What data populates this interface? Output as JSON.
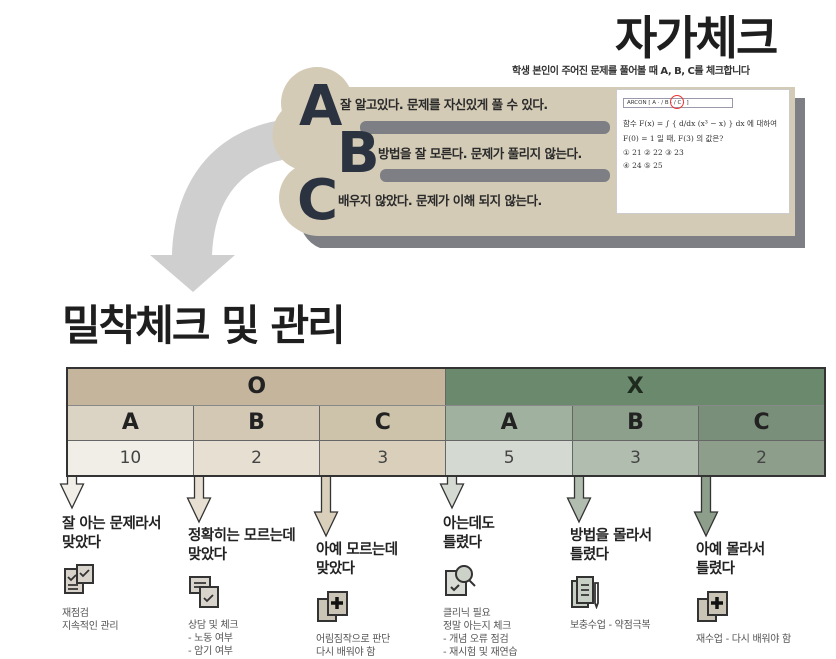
{
  "header": {
    "title": "자가체크",
    "subtitle": "학생 본인이 주어진 문제를 풀어볼 때  A, B, C를 체크합니다"
  },
  "levels": [
    {
      "letter": "A",
      "text": "잘 알고있다. 문제를 자신있게 풀 수 있다."
    },
    {
      "letter": "B",
      "text": "방법을 잘 모른다. 문제가 풀리지 않는다."
    },
    {
      "letter": "C",
      "text": "배우지 않았다. 문제가 이해 되지 않는다."
    }
  ],
  "problem": {
    "check_bar": "ARCON [ A · / B · / C · ]",
    "line1": "함수  F(x) = ∫ { d/dx (x³ − x) } dx 에 대하여",
    "line2": "F(0) = 1 일 때,  F(3) 의 값은?",
    "choices_row1": "① 21    ② 22    ③ 23",
    "choices_row2": "④ 24    ⑤ 25"
  },
  "section_title": "밀착체크 및 관리",
  "table": {
    "groups": [
      {
        "label": "O",
        "color": "#c4b59c"
      },
      {
        "label": "X",
        "color": "#6b8a6d"
      }
    ],
    "columns": [
      {
        "label": "A",
        "value": "10",
        "head_color": "#dbd3c3",
        "value_color": "#f1eee8"
      },
      {
        "label": "B",
        "value": "2",
        "head_color": "#d2c8b4",
        "value_color": "#e6dfd2"
      },
      {
        "label": "C",
        "value": "3",
        "head_color": "#cdc2aa",
        "value_color": "#d9cfbb"
      },
      {
        "label": "A",
        "value": "5",
        "head_color": "#a0b29f",
        "value_color": "#d4dad2"
      },
      {
        "label": "B",
        "value": "3",
        "head_color": "#8da08b",
        "value_color": "#b1bdaf"
      },
      {
        "label": "C",
        "value": "2",
        "head_color": "#7a8f79",
        "value_color": "#8d9e8b"
      }
    ]
  },
  "cards": [
    {
      "title": [
        "잘 아는  문제라서",
        "맞았다"
      ],
      "icon": "checklist-documents-icon",
      "desc": [
        "재점검",
        "지속적인 관리"
      ]
    },
    {
      "title": [
        "정확히는 모르는데",
        "맞았다"
      ],
      "icon": "consult-check-icon",
      "desc": [
        "상담 및 체크",
        "- 노동 여부",
        "- 암기 여부"
      ]
    },
    {
      "title": [
        "아예 모르는데",
        "맞았다"
      ],
      "icon": "document-plus-icon",
      "desc": [
        "어림짐작으로 판단",
        "다시 배워야 함"
      ]
    },
    {
      "title": [
        "아는데도",
        "틀렸다"
      ],
      "icon": "document-search-icon",
      "desc": [
        "클리닉 필요",
        "정말 아는지 체크",
        "- 개념 오류 점검",
        "- 재시험 및 재연습"
      ]
    },
    {
      "title": [
        "방법을 몰라서",
        "틀렸다"
      ],
      "icon": "documents-pen-icon",
      "desc": [
        "보충수업 - 약점극복"
      ]
    },
    {
      "title": [
        "아예 몰라서",
        "틀렸다"
      ],
      "icon": "document-plus-icon",
      "desc": [
        "재수업 - 다시 배워야 함"
      ]
    }
  ]
}
